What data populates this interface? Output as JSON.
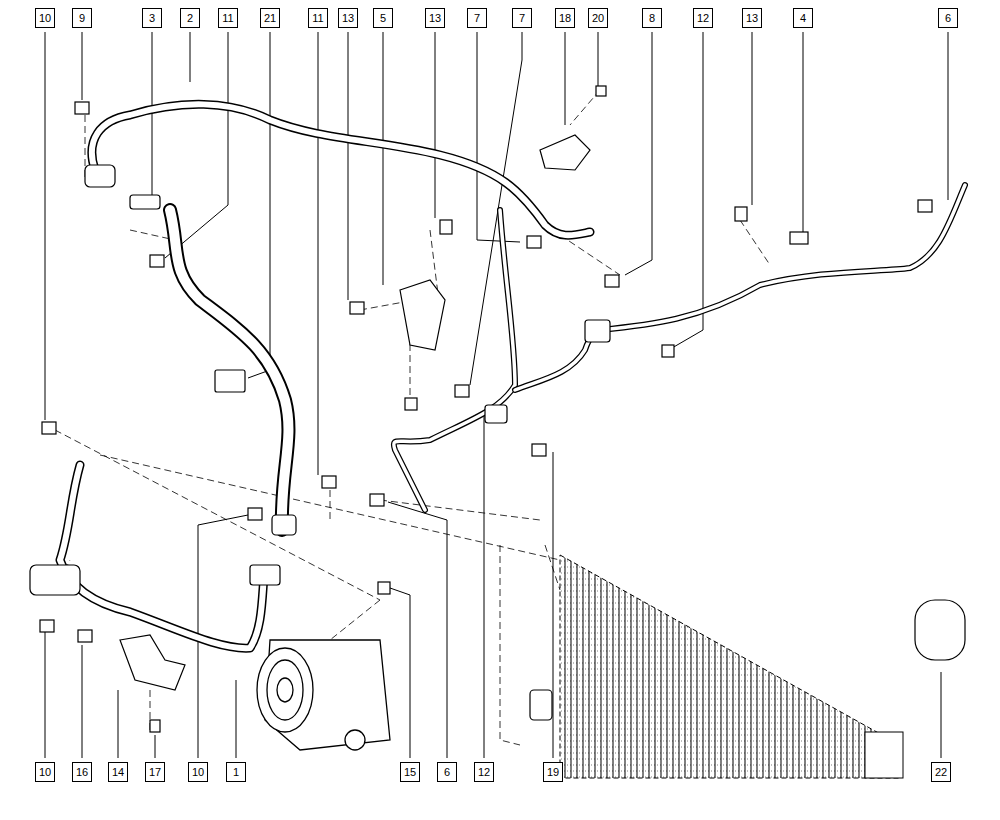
{
  "diagram": {
    "labels": [
      "10",
      "9",
      "3",
      "2",
      "11",
      "21",
      "11",
      "13",
      "5",
      "13",
      "7",
      "7",
      "18",
      "20",
      "8",
      "12",
      "13",
      "4",
      "6",
      "10",
      "16",
      "14",
      "17",
      "10",
      "1",
      "15",
      "6",
      "12",
      "19",
      "22"
    ]
  }
}
